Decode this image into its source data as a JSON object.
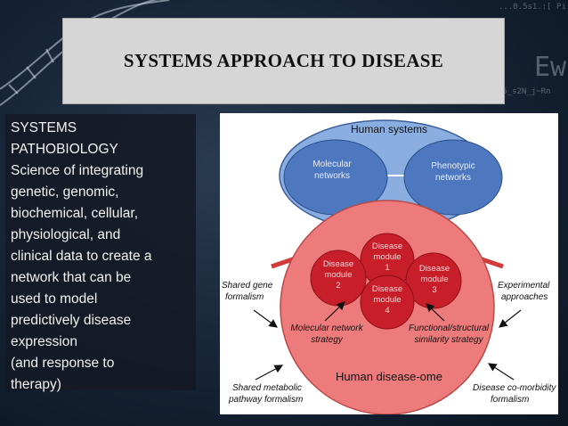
{
  "title": "SYSTEMS APPROACH TO DISEASE",
  "left_panel": {
    "lines": [
      "SYSTEMS",
      "PATHOBIOLOGY",
      "Science of integrating",
      "genetic, genomic,",
      "biochemical, cellular,",
      "physiological, and",
      "clinical data to create a",
      "network that can be",
      "used to model",
      "predictively disease",
      "expression",
      "(and response to",
      "therapy)"
    ]
  },
  "figure": {
    "human_systems": "Human systems",
    "molecular_networks": [
      "Molecular",
      "networks"
    ],
    "phenotypic_networks": [
      "Phenotypic",
      "networks"
    ],
    "module_1": [
      "Disease",
      "module",
      "1"
    ],
    "module_2": [
      "Disease",
      "module",
      "2"
    ],
    "module_3": [
      "Disease",
      "module",
      "3"
    ],
    "module_4": [
      "Disease",
      "module",
      "4"
    ],
    "shared_gene": [
      "Shared gene",
      "formalism"
    ],
    "experimental": [
      "Experimental",
      "approaches"
    ],
    "molecular_network_strategy": [
      "Molecular network",
      "strategy"
    ],
    "functional_structural": [
      "Functional/structural",
      "similarity strategy"
    ],
    "human_disease_ome": "Human disease-ome",
    "shared_metabolic": [
      "Shared metabolic",
      "pathway formalism"
    ],
    "disease_comorbidity": [
      "Disease co-morbidity",
      "formalism"
    ]
  },
  "colors": {
    "top_ellipse": "#8aaee0",
    "inner_blue": "#4d78c0",
    "bottom_circle": "#ee7b7b",
    "module_red": "#c81e2a"
  }
}
